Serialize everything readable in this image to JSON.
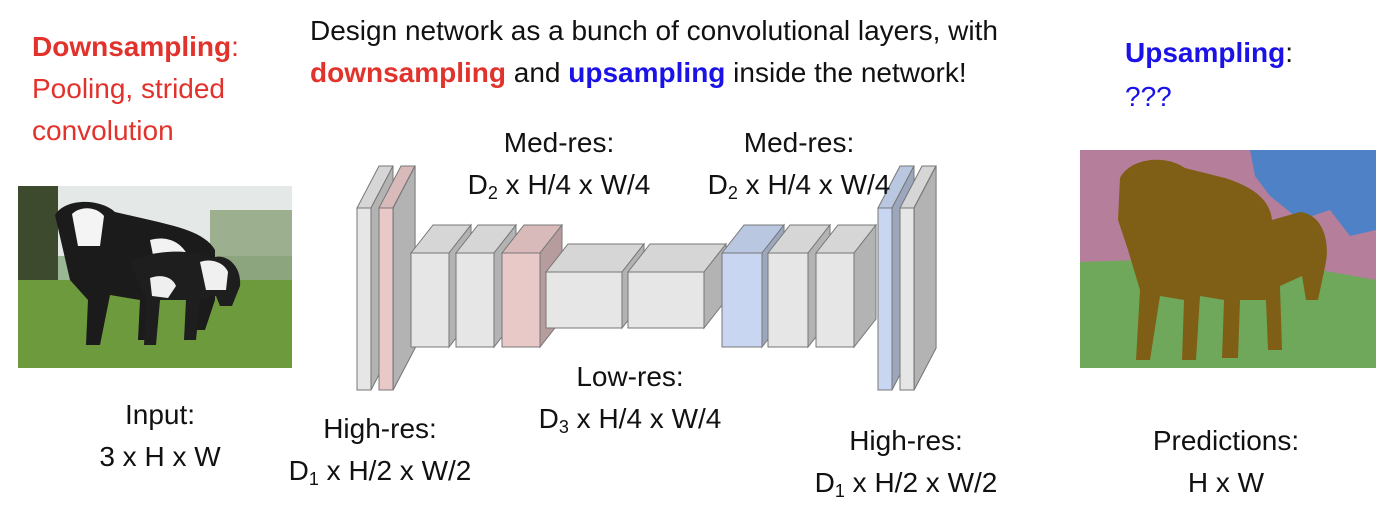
{
  "header": {
    "line1": "Design network as a bunch of convolutional layers, with",
    "line2_part1": "downsampling",
    "line2_part2": " and ",
    "line2_part3": "upsampling",
    "line2_part4": " inside the network!"
  },
  "left_note": {
    "title": "Downsampling",
    "colon": ":",
    "line2": "Pooling, strided",
    "line3": "convolution"
  },
  "right_note": {
    "title": "Upsampling",
    "colon": ":",
    "line2": "???"
  },
  "input": {
    "label": "Input:",
    "dims": "3 x H x W"
  },
  "predictions": {
    "label": "Predictions:",
    "dims": "H x W"
  },
  "labels": {
    "medres_left": {
      "title": "Med-res:",
      "d": "D",
      "sub": "2",
      "rest": " x H/4 x W/4"
    },
    "medres_right": {
      "title": "Med-res:",
      "d": "D",
      "sub": "2",
      "rest": " x H/4 x W/4"
    },
    "lowres": {
      "title": "Low-res:",
      "d": "D",
      "sub": "3",
      "rest": " x H/4 x W/4"
    },
    "highres_left": {
      "title": "High-res:",
      "d": "D",
      "sub": "1",
      "rest": " x H/2 x W/2"
    },
    "highres_right": {
      "title": "High-res:",
      "d": "D",
      "sub": "1",
      "rest": " x H/2 x W/2"
    }
  },
  "colors": {
    "red": "#e2322c",
    "blue": "#1a12e6",
    "block_gray": "#e6e6e6",
    "block_pink": "#e9c8c8",
    "block_lightblue": "#c8d6f2",
    "seg_pink": "#b57f9c",
    "seg_sky": "#4f81c7",
    "seg_green": "#6fa85a",
    "seg_cow": "#7f5f16"
  }
}
